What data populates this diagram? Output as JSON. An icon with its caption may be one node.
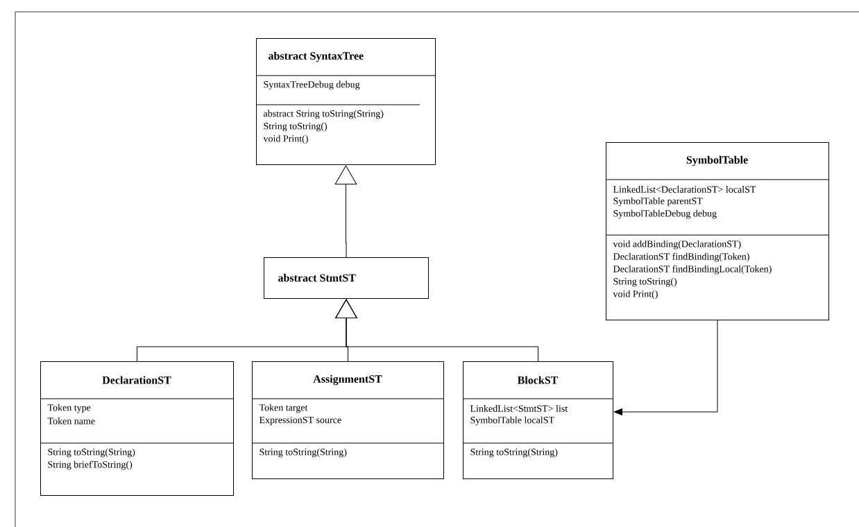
{
  "diagram": {
    "nodes": [
      {
        "text": [
          "abstract SyntaxTree",
          "SyntaxTreeDebug debug",
          "abstract String toString(String)",
          "String toString()",
          "void Print()"
        ]
      },
      {
        "text": [
          "abstract StmtST"
        ]
      },
      {
        "text": [
          "DeclarationST",
          "Token type",
          "Token name",
          "String toString(String)",
          "String briefToString()"
        ]
      },
      {
        "text": [
          "AssignmentST",
          "Token target",
          "ExpressionST  source",
          "String toString(String)"
        ]
      },
      {
        "text": [
          "BlockST",
          "LinkedList<StmtST> list",
          "SymbolTable  localST",
          "String toString(String)"
        ]
      },
      {
        "text": [
          "SymbolTable",
          "LinkedList<DeclarationST>  localST",
          "SymbolTable  parentST",
          "SymbolTableDebug debug",
          "void addBinding(DeclarationST)",
          "DeclarationST findBinding(Token)",
          "DeclarationST findBindingLocal(Token)",
          "String toString()",
          "void Print()"
        ]
      }
    ],
    "edges": [
      {
        "from": 1,
        "to": 0,
        "arrow": "to"
      },
      {
        "from": 2,
        "to": 1,
        "arrow": "to"
      },
      {
        "from": 3,
        "to": 1,
        "arrow": "to"
      },
      {
        "from": 4,
        "to": 1,
        "arrow": "to"
      },
      {
        "from": 5,
        "to": 4,
        "arrow": "to"
      }
    ]
  }
}
